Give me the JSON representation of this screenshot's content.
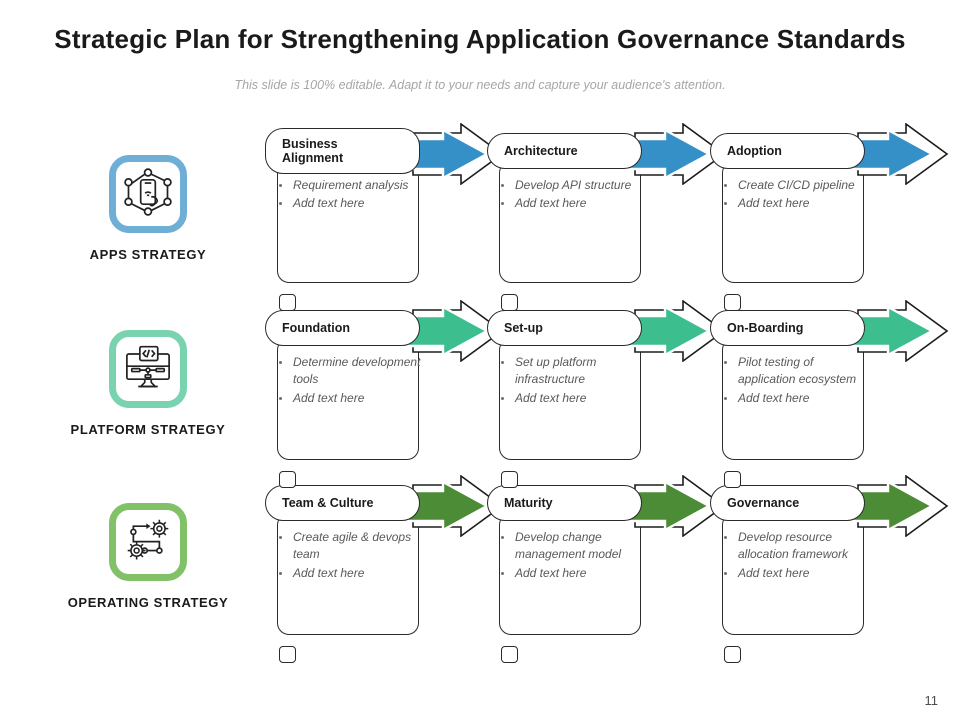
{
  "header": {
    "title": "Strategic Plan for Strengthening Application  Governance Standards",
    "subtitle": "This slide is 100% editable. Adapt it to your needs and capture your audience's attention."
  },
  "page_number": "11",
  "colors": {
    "row1_accent": "#3590C8",
    "row2_accent": "#3DBE8E",
    "row3_accent": "#4C8C36",
    "outline": "#2b2b2b",
    "text_body": "#595959",
    "title": "#1a1a1a",
    "subtitle": "#a6a6a6"
  },
  "strategies": [
    {
      "label": "APPS STRATEGY",
      "icon": "mobile-network-icon",
      "badge_color": "#6FAFD6"
    },
    {
      "label": "PLATFORM STRATEGY",
      "icon": "monitor-code-icon",
      "badge_color": "#78D3AE"
    },
    {
      "label": "OPERATING STRATEGY",
      "icon": "gears-workflow-icon",
      "badge_color": "#81C168"
    }
  ],
  "rows": [
    {
      "accent": "#3590C8",
      "steps": [
        {
          "title": "Business\nAlignment",
          "two_line": true,
          "bullets": [
            "Requirement analysis",
            "Add text here"
          ]
        },
        {
          "title": "Architecture",
          "two_line": false,
          "bullets": [
            "Develop API structure",
            "Add text here"
          ]
        },
        {
          "title": "Adoption",
          "two_line": false,
          "bullets": [
            "Create CI/CD pipeline",
            "Add text here"
          ]
        }
      ]
    },
    {
      "accent": "#3DBE8E",
      "steps": [
        {
          "title": "Foundation",
          "two_line": false,
          "bullets": [
            "Determine development tools",
            "Add text here"
          ]
        },
        {
          "title": "Set-up",
          "two_line": false,
          "bullets": [
            "Set up platform infrastructure",
            "Add text here"
          ]
        },
        {
          "title": "On-Boarding",
          "two_line": false,
          "bullets": [
            "Pilot testing of application ecosystem",
            "Add text here"
          ]
        }
      ]
    },
    {
      "accent": "#4C8C36",
      "steps": [
        {
          "title": "Team & Culture",
          "two_line": false,
          "bullets": [
            "Create agile & devops team",
            "Add text here"
          ]
        },
        {
          "title": "Maturity",
          "two_line": false,
          "bullets": [
            "Develop change management model",
            "Add text here"
          ]
        },
        {
          "title": "Governance",
          "two_line": false,
          "bullets": [
            "Develop resource allocation framework",
            "Add text here"
          ]
        }
      ]
    }
  ]
}
